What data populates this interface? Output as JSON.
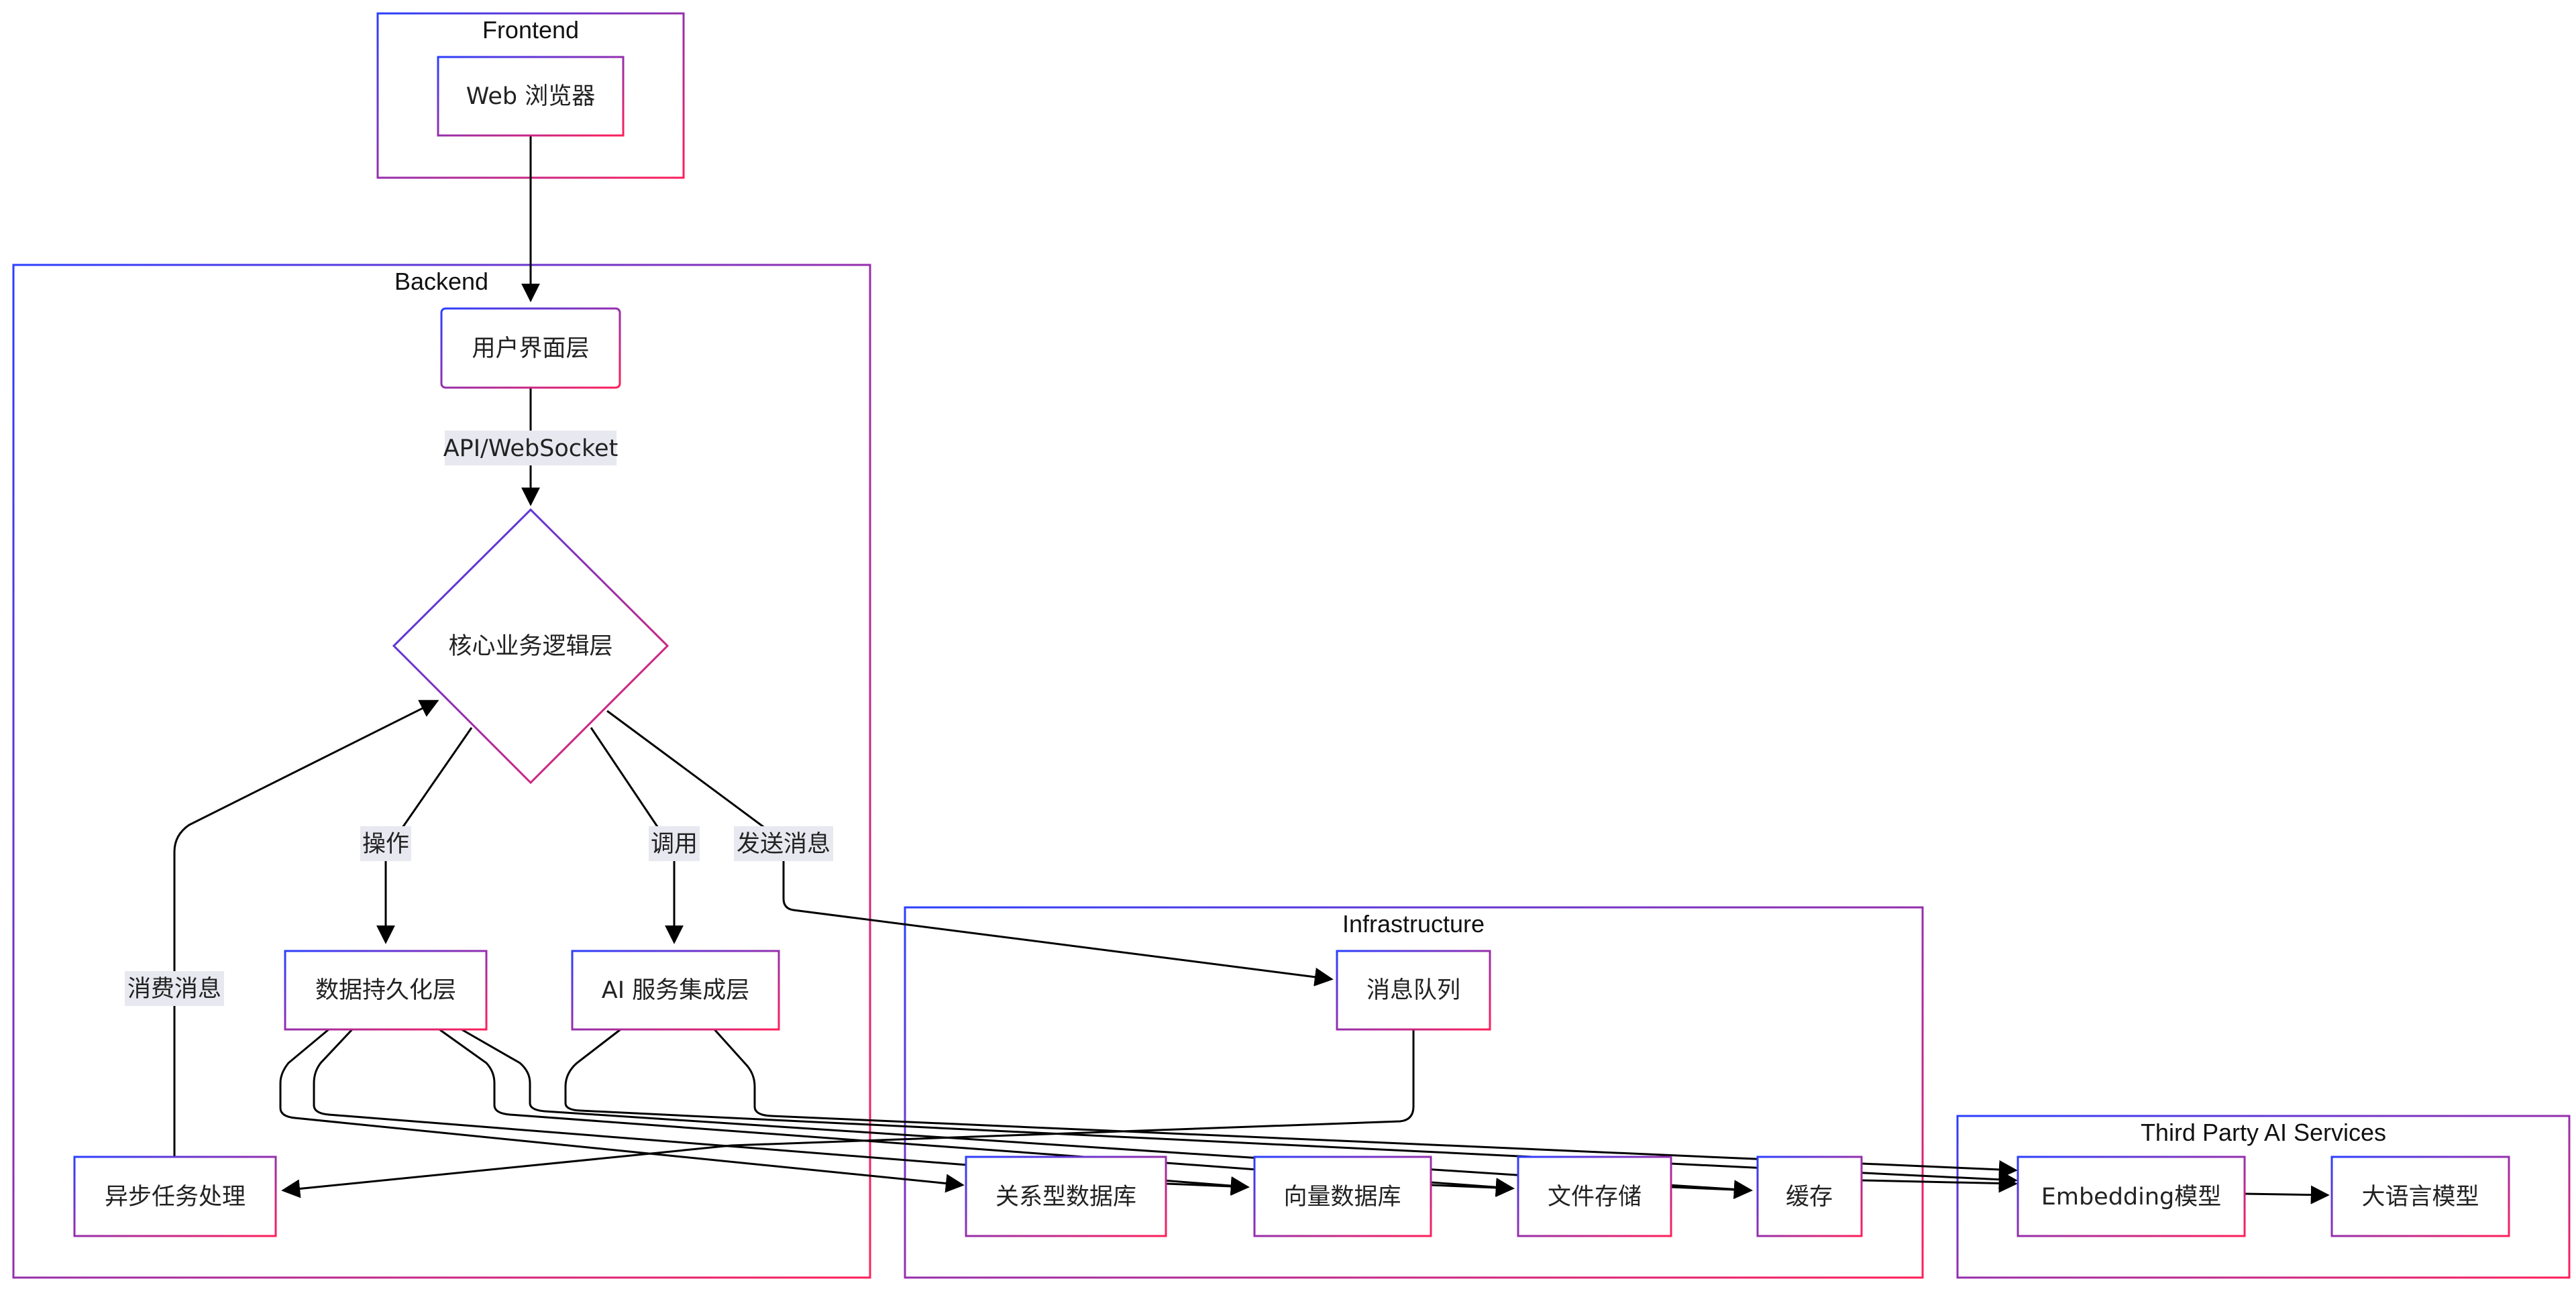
{
  "clusters": {
    "frontend": "Frontend",
    "backend": "Backend",
    "infrastructure": "Infrastructure",
    "third_party": "Third Party AI Services"
  },
  "nodes": {
    "web_browser": "Web 浏览器",
    "ui_layer": "用户界面层",
    "core_logic": "核心业务逻辑层",
    "data_persistence": "数据持久化层",
    "ai_integration": "AI 服务集成层",
    "async_task": "异步任务处理",
    "message_queue": "消息队列",
    "relational_db": "关系型数据库",
    "vector_db": "向量数据库",
    "file_storage": "文件存储",
    "cache": "缓存",
    "embedding_model": "Embedding模型",
    "llm": "大语言模型"
  },
  "edge_labels": {
    "api_websocket": "API/WebSocket",
    "operate": "操作",
    "invoke": "调用",
    "send_message": "发送消息",
    "consume_message": "消费消息"
  },
  "colors": {
    "border_gradient_start": "#2b3fff",
    "border_gradient_end": "#ff1f5a",
    "edge": "#000000",
    "edge_label_bg": "#e8e8f0"
  }
}
